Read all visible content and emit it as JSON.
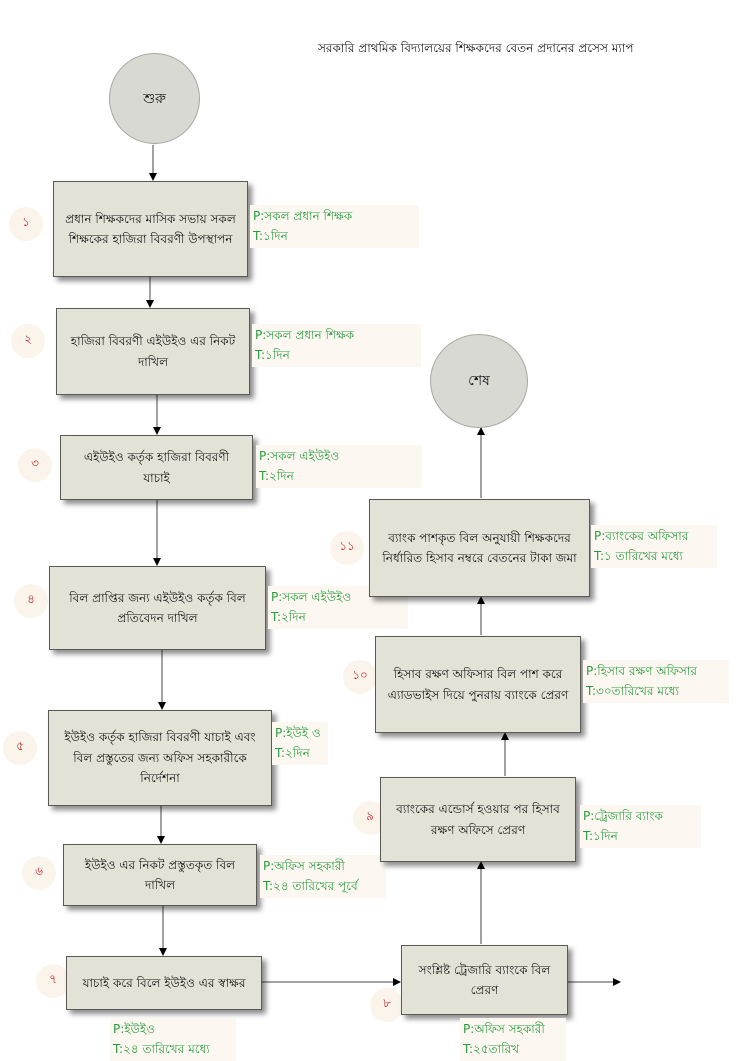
{
  "title": "সরকারি প্রাথমিক বিদ্যালয়ের শিক্ষকদের বেতন প্রদানের প্রসেস ম্যাপ",
  "start_label": "শুরু",
  "end_label": "শেষ",
  "steps": [
    {
      "num": "১",
      "text": "প্রধান শিক্ষকদের মাসিক সভায় সকল শিক্ষকের হাজিরা বিবরণী উপস্থাপন",
      "p": "P:সকল প্রধান শিক্ষক",
      "t": "T:১দিন"
    },
    {
      "num": "২",
      "text": "হাজিরা বিবরণী এইউইও এর নিকট দাখিল",
      "p": "P:সকল প্রধান শিক্ষক",
      "t": "T:১দিন"
    },
    {
      "num": "৩",
      "text": "এইউইও কর্তৃক হাজিরা বিবরণী যাচাই",
      "p": "P:সকল এইউইও",
      "t": "T:২দিন"
    },
    {
      "num": "৪",
      "text": "বিল প্রাপ্তির জন্য এইউইও কর্তৃক বিল প্রতিবেদন দাখিল",
      "p": "P:সকল এইউইও",
      "t": "T:২দিন"
    },
    {
      "num": "৫",
      "text": "ইউইও কর্তৃক হাজিরা বিবরণী যাচাই এবং বিল প্রস্তুতের জন্য অফিস সহকারীকে নির্দেশনা",
      "p": "P:ইউই ও",
      "t": "T:২দিন"
    },
    {
      "num": "৬",
      "text": "ইউইও এর নিকট প্রস্তুতকৃত বিল দাখিল",
      "p": "P:অফিস সহকারী",
      "t": "T:২৪ তারিখের পূর্বে"
    },
    {
      "num": "৭",
      "text": "যাচাই করে বিলে ইউইও এর স্বাক্ষর",
      "p": "P:ইউইও",
      "t": "T:২৪ তারিখের মধ্যে"
    },
    {
      "num": "৮",
      "text": "সংশ্লিষ্ট ট্রেজারি ব্যাংকে বিল প্রেরণ",
      "p": "P:অফিস সহকারী",
      "t": "T:২৫তারিখ"
    },
    {
      "num": "৯",
      "text": "ব্যাংকের এন্ডোর্স হওয়ার পর হিসাব রক্ষণ অফিসে প্রেরণ",
      "p": "P:ট্রেজারি ব্যাংক",
      "t": "T:১দিন"
    },
    {
      "num": "১০",
      "text": "হিসাব রক্ষণ অফিসার বিল পাশ করে এ্যাডভাইস দিয়ে পুনরায় ব্যাংকে প্রেরণ",
      "p": "P:হিসাব রক্ষণ অফিসার",
      "t": "T:৩০তারিখের মধ্যে"
    },
    {
      "num": "১১",
      "text": "ব্যাংক পাশকৃত বিল অনুযায়ী শিক্ষকদের নির্ধারিত হিসাব নম্বরে বেতনের টাকা জমা",
      "p": "P:ব্যাংকের অফিসার",
      "t": "T:১ তারিখের মধ্যে"
    }
  ]
}
